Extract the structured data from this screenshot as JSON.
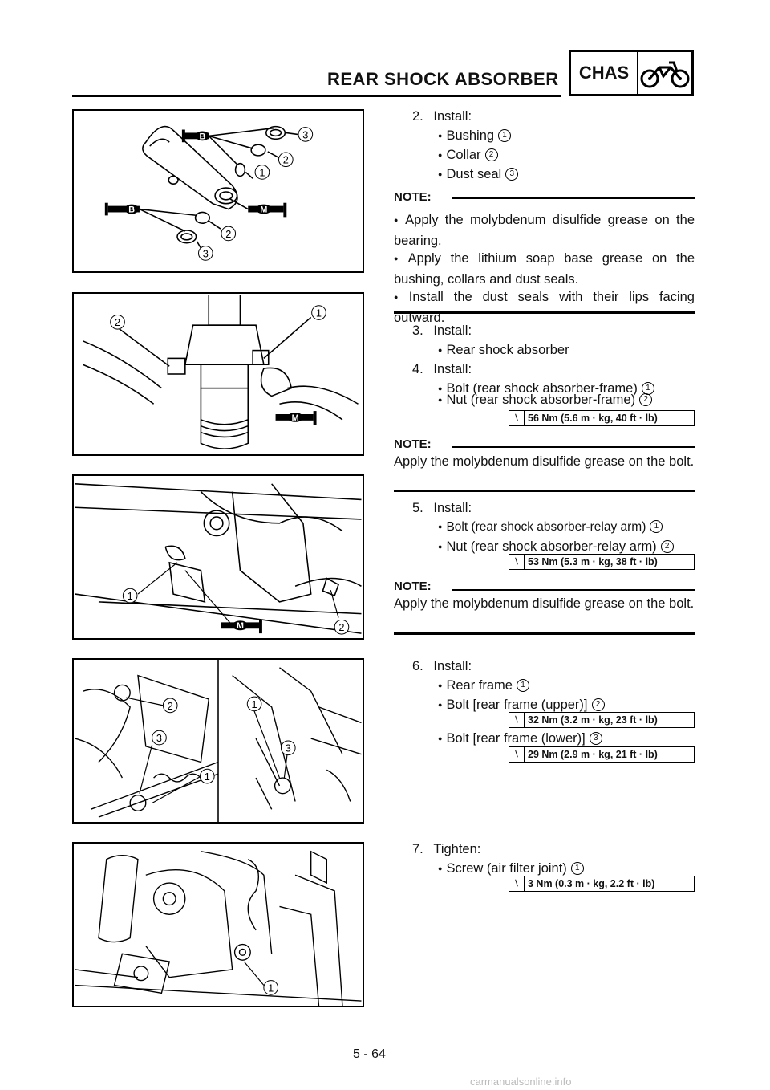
{
  "header": {
    "title": "REAR SHOCK ABSORBER",
    "section_badge": "CHAS",
    "section_icon": "motorcycle-icon"
  },
  "steps": {
    "s2": {
      "number": "2.",
      "action": "Install:",
      "items": [
        {
          "label": "Bushing",
          "ref": "1"
        },
        {
          "label": "Collar",
          "ref": "2"
        },
        {
          "label": "Dust seal",
          "ref": "3"
        }
      ]
    },
    "s3": {
      "number": "3.",
      "action": "Install:",
      "items": [
        {
          "label": "Rear shock absorber",
          "ref": ""
        }
      ]
    },
    "s4": {
      "number": "4.",
      "action": "Install:",
      "items": [
        {
          "label": "Bolt (rear shock absorber-frame)",
          "ref": "1"
        },
        {
          "label": "Nut (rear shock absorber-frame)",
          "ref": "2"
        }
      ],
      "torque": "56 Nm (5.6 m · kg, 40 ft · lb)"
    },
    "s5": {
      "number": "5.",
      "action": "Install:",
      "items": [
        {
          "label": "Bolt (rear shock absorber-relay arm)",
          "ref": "1"
        },
        {
          "label": "Nut (rear shock absorber-relay arm)",
          "ref": "2"
        }
      ],
      "torque": "53 Nm (5.3 m · kg, 38 ft · lb)"
    },
    "s6": {
      "number": "6.",
      "action": "Install:",
      "items": [
        {
          "label": "Rear frame",
          "ref": "1"
        },
        {
          "label": "Bolt [rear frame (upper)]",
          "ref": "2"
        },
        {
          "label": "Bolt [rear frame (lower)]",
          "ref": "3"
        }
      ],
      "torque_upper": "32 Nm (3.2 m · kg, 23 ft · lb)",
      "torque_lower": "29 Nm (2.9 m · kg, 21 ft · lb)"
    },
    "s7": {
      "number": "7.",
      "action": "Tighten:",
      "items": [
        {
          "label": "Screw (air filter joint)",
          "ref": "1"
        }
      ],
      "torque": "3 Nm (0.3 m · kg, 2.2 ft · lb)"
    }
  },
  "notes": {
    "label": "NOTE:",
    "n1": [
      "Apply the molybdenum disulfide grease on the bearing.",
      "Apply the lithium soap base grease on the bushing, collars and dust seals.",
      "Install the dust seals with their lips facing outward."
    ],
    "n2": "Apply the molybdenum disulfide grease on the bolt.",
    "n3": "Apply the molybdenum disulfide grease on the bolt."
  },
  "figure_labels": {
    "fig1": {
      "n1": "1",
      "n2": "2",
      "n3": "3",
      "b": "B",
      "m": "M"
    },
    "fig2": {
      "n1": "1",
      "n2": "2",
      "m": "M"
    },
    "fig3": {
      "n1": "1",
      "n2": "2",
      "m": "M"
    },
    "fig4": {
      "n1": "1",
      "n2": "2",
      "n3": "3"
    },
    "fig5": {
      "n1": "1"
    }
  },
  "footer": {
    "page_number": "5 - 64",
    "watermark": "carmanualsonline.info"
  }
}
